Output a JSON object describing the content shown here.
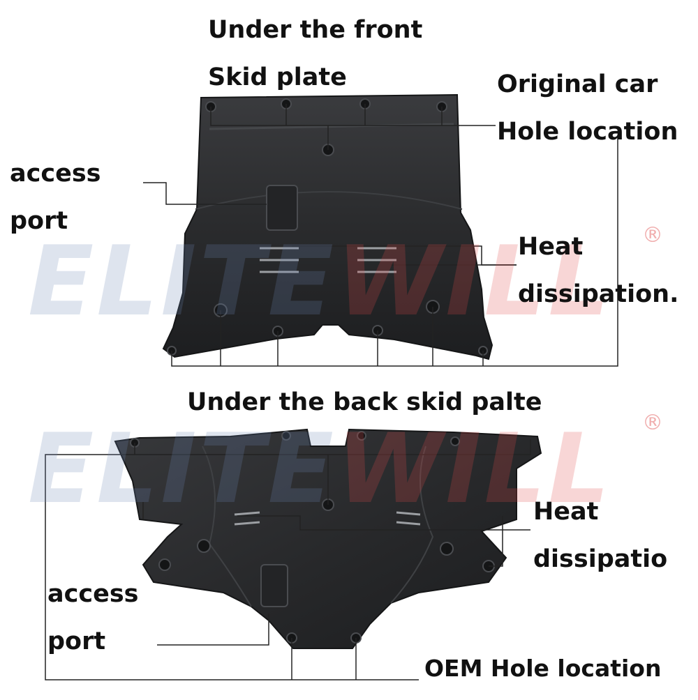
{
  "watermark": {
    "part1": "ELITE",
    "part2": "WILL",
    "registered": "®",
    "color_blue": "#6d87b5",
    "color_red": "#e24a4a"
  },
  "front": {
    "title_line1": "Under the front",
    "title_line2": "Skid plate",
    "hole_label_line1": "Original car",
    "hole_label_line2": "Hole location",
    "access_line1": "access",
    "access_line2": "port",
    "heat_line1": "Heat",
    "heat_line2": "dissipation."
  },
  "rear": {
    "title": "Under the back skid palte",
    "heat_line1": "Heat",
    "heat_line2": "dissipatio",
    "access_line1": "access",
    "access_line2": "port",
    "hole_label": "OEM Hole location"
  },
  "colors": {
    "plate": "#2b2c2e",
    "plate_edge": "#151617",
    "leader": "#222222"
  }
}
